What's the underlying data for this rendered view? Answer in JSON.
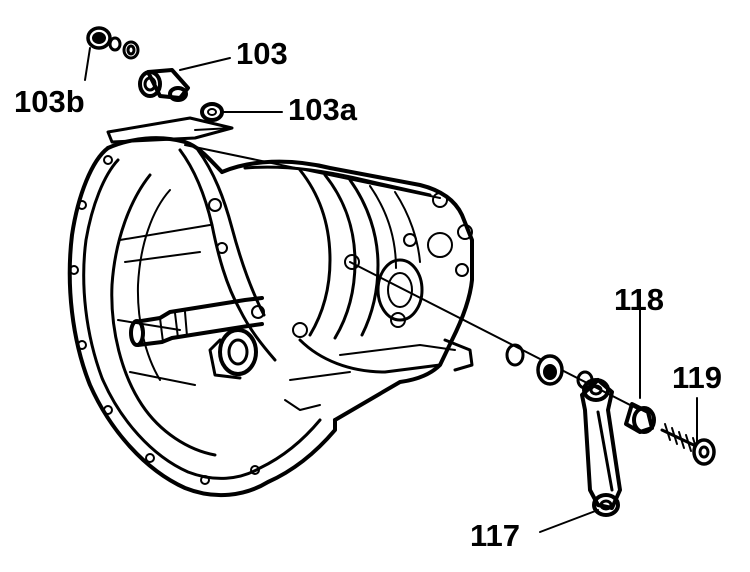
{
  "diagram": {
    "labels": {
      "l103": "103",
      "l103a": "103a",
      "l103b": "103b",
      "l117": "117",
      "l118": "118",
      "l119": "119"
    }
  }
}
